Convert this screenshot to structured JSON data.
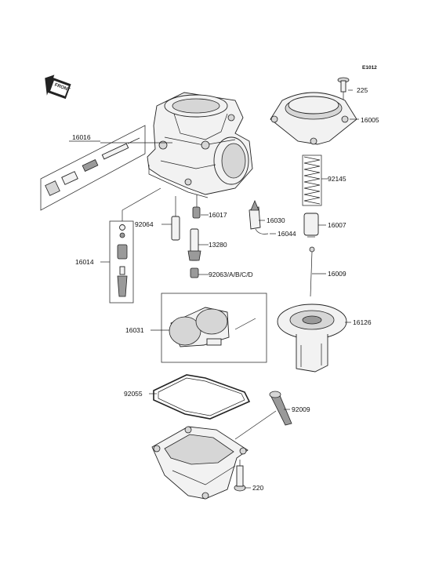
{
  "diagram": {
    "code": "E1012",
    "front_label": "FRONT",
    "labels": {
      "p225": "225",
      "p16005": "16005",
      "p16016": "16016",
      "p92145": "92145",
      "p16017": "16017",
      "p16030": "16030",
      "p16007": "16007",
      "p92064": "92064",
      "p16044": "16044",
      "p13280": "13280",
      "p16014": "16014",
      "p16009": "16009",
      "p92063": "92063/A/B/C/D",
      "p16031": "16031",
      "p16126": "16126",
      "p92055": "92055",
      "p92009": "92009",
      "p220": "220"
    }
  }
}
